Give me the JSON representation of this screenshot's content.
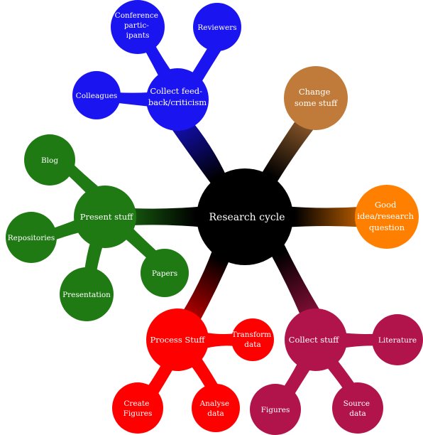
{
  "colors": {
    "center": "#000000",
    "feedback": "#1a14f0",
    "change": "#c07a3a",
    "idea": "#ff8000",
    "collect": "#b0144a",
    "process": "#ff0000",
    "present": "#1f7a14",
    "text": "#ffffff",
    "background": "#ffffff"
  },
  "center": {
    "label": "Research cycle"
  },
  "branches": {
    "feedback": {
      "label": [
        "Collect feed-",
        "back/criticism"
      ],
      "children": {
        "conference": [
          "Conference",
          "partic-",
          "ipants"
        ],
        "reviewers": [
          "Reviewers"
        ],
        "colleagues": [
          "Colleagues"
        ]
      }
    },
    "change": {
      "label": [
        "Change",
        "some stuff"
      ]
    },
    "idea": {
      "label": [
        "Good",
        "idea/research",
        "question"
      ]
    },
    "collect": {
      "label": [
        "Collect stuff"
      ],
      "children": {
        "literature": [
          "Literature"
        ],
        "source_data": [
          "Source",
          "data"
        ],
        "figures": [
          "Figures"
        ]
      }
    },
    "process": {
      "label": [
        "Process Stuff"
      ],
      "children": {
        "transform": [
          "Transform",
          "data"
        ],
        "analyse": [
          "Analyse",
          "data"
        ],
        "create": [
          "Create",
          "Figures"
        ]
      }
    },
    "present": {
      "label": [
        "Present stuff"
      ],
      "children": {
        "blog": [
          "Blog"
        ],
        "repositories": [
          "Repositories"
        ],
        "presentation": [
          "Presentation"
        ],
        "papers": [
          "Papers"
        ]
      }
    }
  }
}
